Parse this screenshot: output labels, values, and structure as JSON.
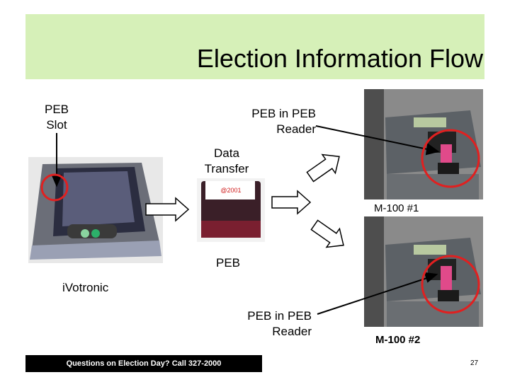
{
  "slide": {
    "title": "Election Information Flow",
    "footer_text": "Questions on Election Day? Call 327-2000",
    "page_number": "27"
  },
  "labels": {
    "peb_slot": [
      "PEB",
      "Slot"
    ],
    "peb_in_reader_top": [
      "PEB in PEB",
      "Reader"
    ],
    "data_transfer": [
      "Data",
      "Transfer"
    ],
    "m100_1": "M-100 #1",
    "peb": "PEB",
    "ivotronic": "iVotronic",
    "peb_in_reader_bottom": [
      "PEB in PEB",
      "Reader"
    ],
    "m100_2": "M-100 #2",
    "peb_card_text": "@2001"
  },
  "colors": {
    "title_band": "#d6f0b8",
    "highlight_circle": "#e02020",
    "footer_bar": "#000000"
  },
  "icons": [
    "flow-arrow-icon",
    "pointer-arrow-icon",
    "highlight-circle-icon"
  ]
}
